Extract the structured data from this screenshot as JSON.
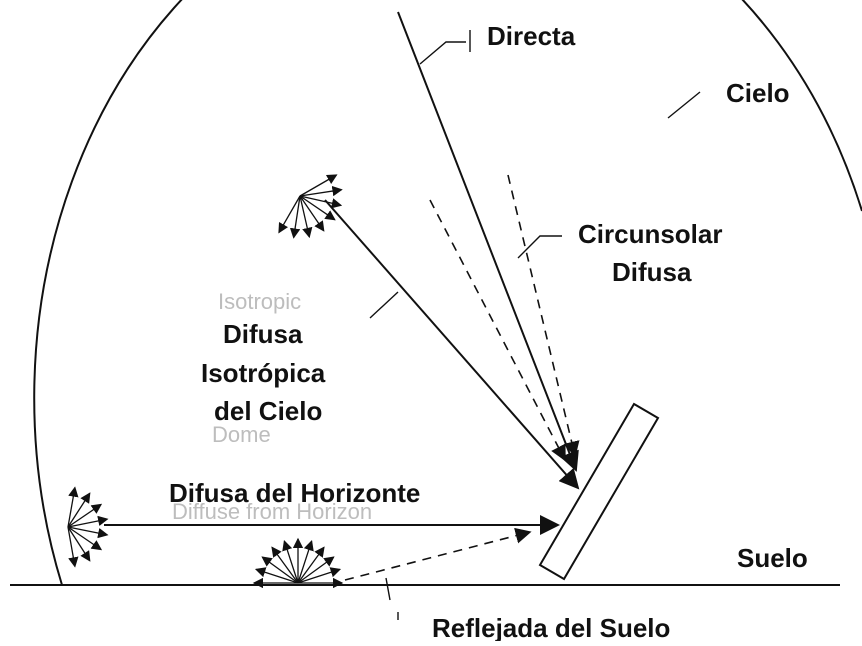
{
  "labels": {
    "directa": "Directa",
    "cielo": "Cielo",
    "circunsolar_1": "Circunsolar",
    "circunsolar_2": "Difusa",
    "isotropica_1": "Difusa",
    "isotropica_2": "Isotrópica",
    "isotropica_3": "del Cielo",
    "horizonte": "Difusa del Horizonte",
    "suelo": "Suelo",
    "reflejada": "Reflejada del Suelo"
  },
  "colors": {
    "ink": "#111111",
    "background": "#ffffff"
  }
}
